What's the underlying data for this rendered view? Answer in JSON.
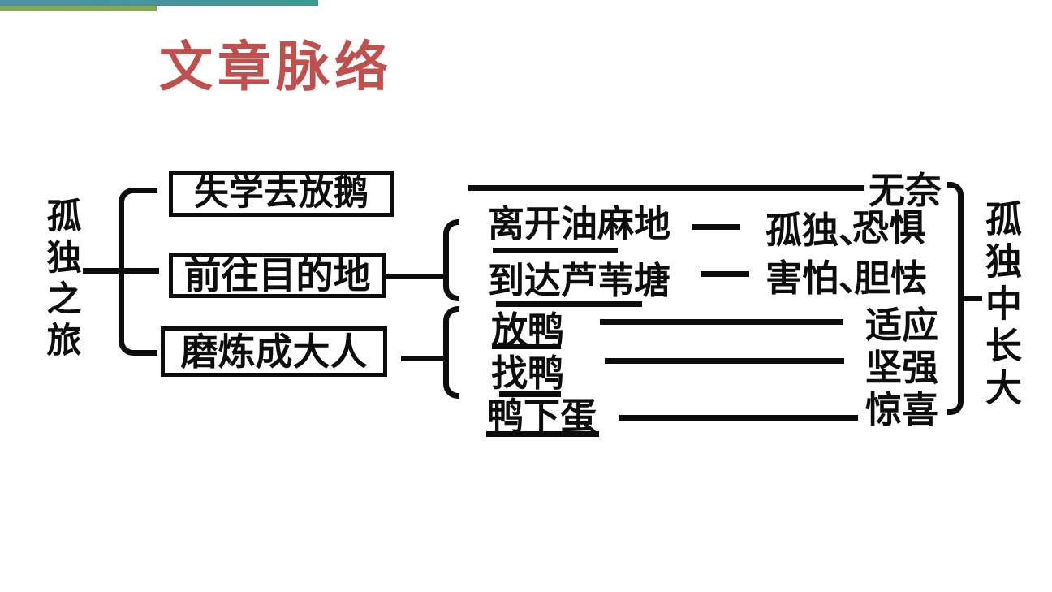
{
  "slide": {
    "title": "文章脉络",
    "colors": {
      "title_red": "#c0504d",
      "rule_teal_start": "#4e8fa7",
      "rule_teal_end": "#3b9a92",
      "rule_green": "#8aa65c",
      "ink": "#0d0d0d",
      "background": "#ffffff"
    }
  },
  "journey": {
    "root": "孤独之旅",
    "stages": [
      {
        "label": "失学去放鹅"
      },
      {
        "label": "前往目的地"
      },
      {
        "label": "磨炼成大人"
      }
    ],
    "events": [
      {
        "label": "离开油麻地"
      },
      {
        "label": "到达芦苇塘"
      },
      {
        "label": "放鸭"
      },
      {
        "label": "找鸭"
      },
      {
        "label": "鸭下蛋"
      }
    ],
    "emotions": {
      "top": "无奈",
      "row1_a": "孤独、",
      "row1_b": "恐惧",
      "row2_a": "害怕、",
      "row2_b": "胆怯",
      "e3": "适应",
      "e4": "坚强",
      "e5": "惊喜"
    },
    "result": "孤独中长大"
  }
}
